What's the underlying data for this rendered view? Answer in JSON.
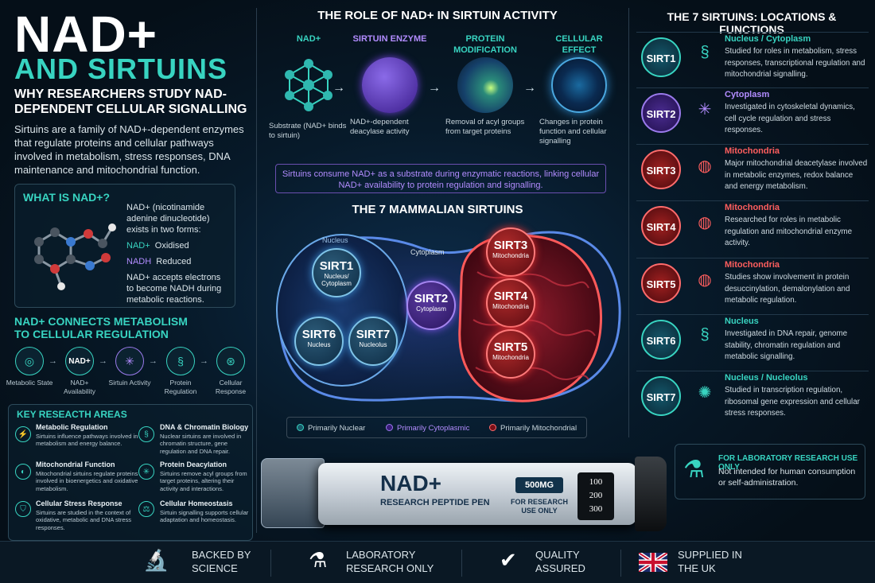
{
  "left": {
    "title1": "NAD+",
    "title2": "AND SIRTUINS",
    "subtitle": "WHY RESEARCHERS STUDY NAD-DEPENDENT CELLULAR SIGNALLING",
    "intro": "Sirtuins are a family of NAD+-dependent enzymes that regulate proteins and cellular pathways involved in metabolism, stress responses, DNA maintenance and mitochondrial function.",
    "what_title": "WHAT IS NAD+?",
    "what_text": "NAD+ (nicotinamide adenine dinucleotide) exists in two forms:",
    "nad_label": "NAD+",
    "nad_value": "Oxidised",
    "nadh_label": "NADH",
    "nadh_value": "Reduced",
    "what_note": "NAD+ accepts electrons to become NADH during metabolic reactions.",
    "connect_title": "NAD+ CONNECTS METABOLISM TO CELLULAR REGULATION",
    "flow": [
      {
        "icon": "◎",
        "label": "Metabolic State"
      },
      {
        "icon": "NAD+",
        "label": "NAD+ Availability"
      },
      {
        "icon": "✳",
        "label": "Sirtuin Activity"
      },
      {
        "icon": "§",
        "label": "Protein Regulation"
      },
      {
        "icon": "⊛",
        "label": "Cellular Response"
      }
    ],
    "key_title": "KEY RESEACTH AREAS",
    "key": [
      {
        "icon": "⚡",
        "title": "Metabolic Regulation",
        "text": "Sirtuins influence pathways involved in metabolism and energy balance."
      },
      {
        "icon": "§",
        "title": "DNA & Chromatin Biology",
        "text": "Nuclear sirtuins are involved in chromatin structure, gene regulation and DNA repair."
      },
      {
        "icon": "◐",
        "title": "Mitochondrial Function",
        "text": "Mitochondrial sirtuins regulate proteins involved in bioenergetics and oxidative metabolism."
      },
      {
        "icon": "✳",
        "title": "Protein Deacylation",
        "text": "Sirtuins remove acyl groups from target proteins, altering their activity and interactions."
      },
      {
        "icon": "⛉",
        "title": "Cellular Stress Response",
        "text": "Sirtuins are studied in the context of oxidative, metabolic and DNA stress responses."
      },
      {
        "icon": "⚖",
        "title": "Cellular Homeostasis",
        "text": "Sirtuin signalling supports cellular adaptation and homeostasis."
      }
    ]
  },
  "middle": {
    "role_title": "THE ROLE OF NAD+ IN SIRTUIN ACTIVITY",
    "steps": [
      {
        "label": "NAD+",
        "desc": "Substrate (NAD+ binds to sirtuin)"
      },
      {
        "label": "SIRTUIN ENZYME",
        "desc": "NAD+-dependent deacylase activity"
      },
      {
        "label": "PROTEIN MODIFICATION",
        "desc": "Removal of acyl groups from target proteins"
      },
      {
        "label": "CELLULAR EFFECT",
        "desc": "Changes in protein function and cellular signalling"
      }
    ],
    "consume": "Sirtuins consume NAD+ as a substrate during enzymatic reactions, linking cellular NAD+ availability to protein regulation and signalling.",
    "mamm_title": "THE 7 MAMMALIAN SIRTUINS",
    "nucleus_label": "Nucleus",
    "cytoplasm_label": "Cytoplasm",
    "bubbles": {
      "sirt1": {
        "name": "SIRT1",
        "loc": "Nucleus/ Cytoplasm"
      },
      "sirt2": {
        "name": "SIRT2",
        "loc": "Cytoplasm"
      },
      "sirt3": {
        "name": "SIRT3",
        "loc": "Mitochondria"
      },
      "sirt4": {
        "name": "SIRT4",
        "loc": "Mitochondria"
      },
      "sirt5": {
        "name": "SIRT5",
        "loc": "Mitochondria"
      },
      "sirt6": {
        "name": "SIRT6",
        "loc": "Nucleus"
      },
      "sirt7": {
        "name": "SIRT7",
        "loc": "Nucleolus"
      }
    },
    "legend": {
      "nuclear": "Primarily Nuclear",
      "cytoplasmic": "Primarily Cytoplasmic",
      "mito": "Primarily Mitochondrial"
    },
    "pen": {
      "name": "NAD+",
      "sub": "RESEARCH PEPTIDE PEN",
      "dose": "500MG",
      "use": "FOR RESEARCH USE ONLY",
      "dial": [
        "100",
        "200",
        "300"
      ]
    }
  },
  "right": {
    "title": "THE 7 SIRTUINS: LOCATIONS & FUNCTIONS",
    "rows": [
      {
        "name": "SIRT1",
        "icon": "§",
        "loc": "Nucleus / Cytoplasm",
        "desc": "Studied for roles in metabolism, stress responses, transcriptional regulation and mitochondrial signalling.",
        "color": "teal"
      },
      {
        "name": "SIRT2",
        "icon": "✳",
        "loc": "Cytoplasm",
        "desc": "Investigated in cytoskeletal dynamics, cell cycle regulation and stress responses.",
        "color": "purple"
      },
      {
        "name": "SIRT3",
        "icon": "◍",
        "loc": "Mitochondria",
        "desc": "Major mitochondrial deacetylase involved in metabolic enzymes, redox balance and energy metabolism.",
        "color": "red"
      },
      {
        "name": "SIRT4",
        "icon": "◍",
        "loc": "Mitochondria",
        "desc": "Researched for roles in metabolic regulation and mitochondrial enzyme activity.",
        "color": "red"
      },
      {
        "name": "SIRT5",
        "icon": "◍",
        "loc": "Mitochondria",
        "desc": "Studies show involvement in protein desuccinylation, demalonylation and metabolic regulation.",
        "color": "red"
      },
      {
        "name": "SIRT6",
        "icon": "§",
        "loc": "Nucleus",
        "desc": "Investigated in DNA repair, genome stability, chromatin regulation and metabolic signalling.",
        "color": "teal"
      },
      {
        "name": "SIRT7",
        "icon": "✺",
        "loc": "Nucleus / Nucleolus",
        "desc": "Studied in transcription regulation, ribosomal gene expression and cellular stress responses.",
        "color": "teal"
      }
    ],
    "lab_title": "FOR LABORATORY RESEARCH USE ONLY",
    "lab_desc": "Not intended for human consumption or self-administration."
  },
  "footer": [
    {
      "icon": "🔬",
      "text1": "BACKED BY",
      "text2": "SCIENCE"
    },
    {
      "icon": "⚗",
      "text1": "LABORATORY",
      "text2": "RESEARCH ONLY"
    },
    {
      "icon": "✔",
      "text1": "QUALITY",
      "text2": "ASSURED"
    },
    {
      "icon": "flag",
      "text1": "SUPPLIED IN",
      "text2": "THE UK"
    }
  ],
  "colors": {
    "teal": "#38d4c1",
    "purple": "#b28cff",
    "red": "#ff5e5e",
    "background": "#06121c"
  }
}
